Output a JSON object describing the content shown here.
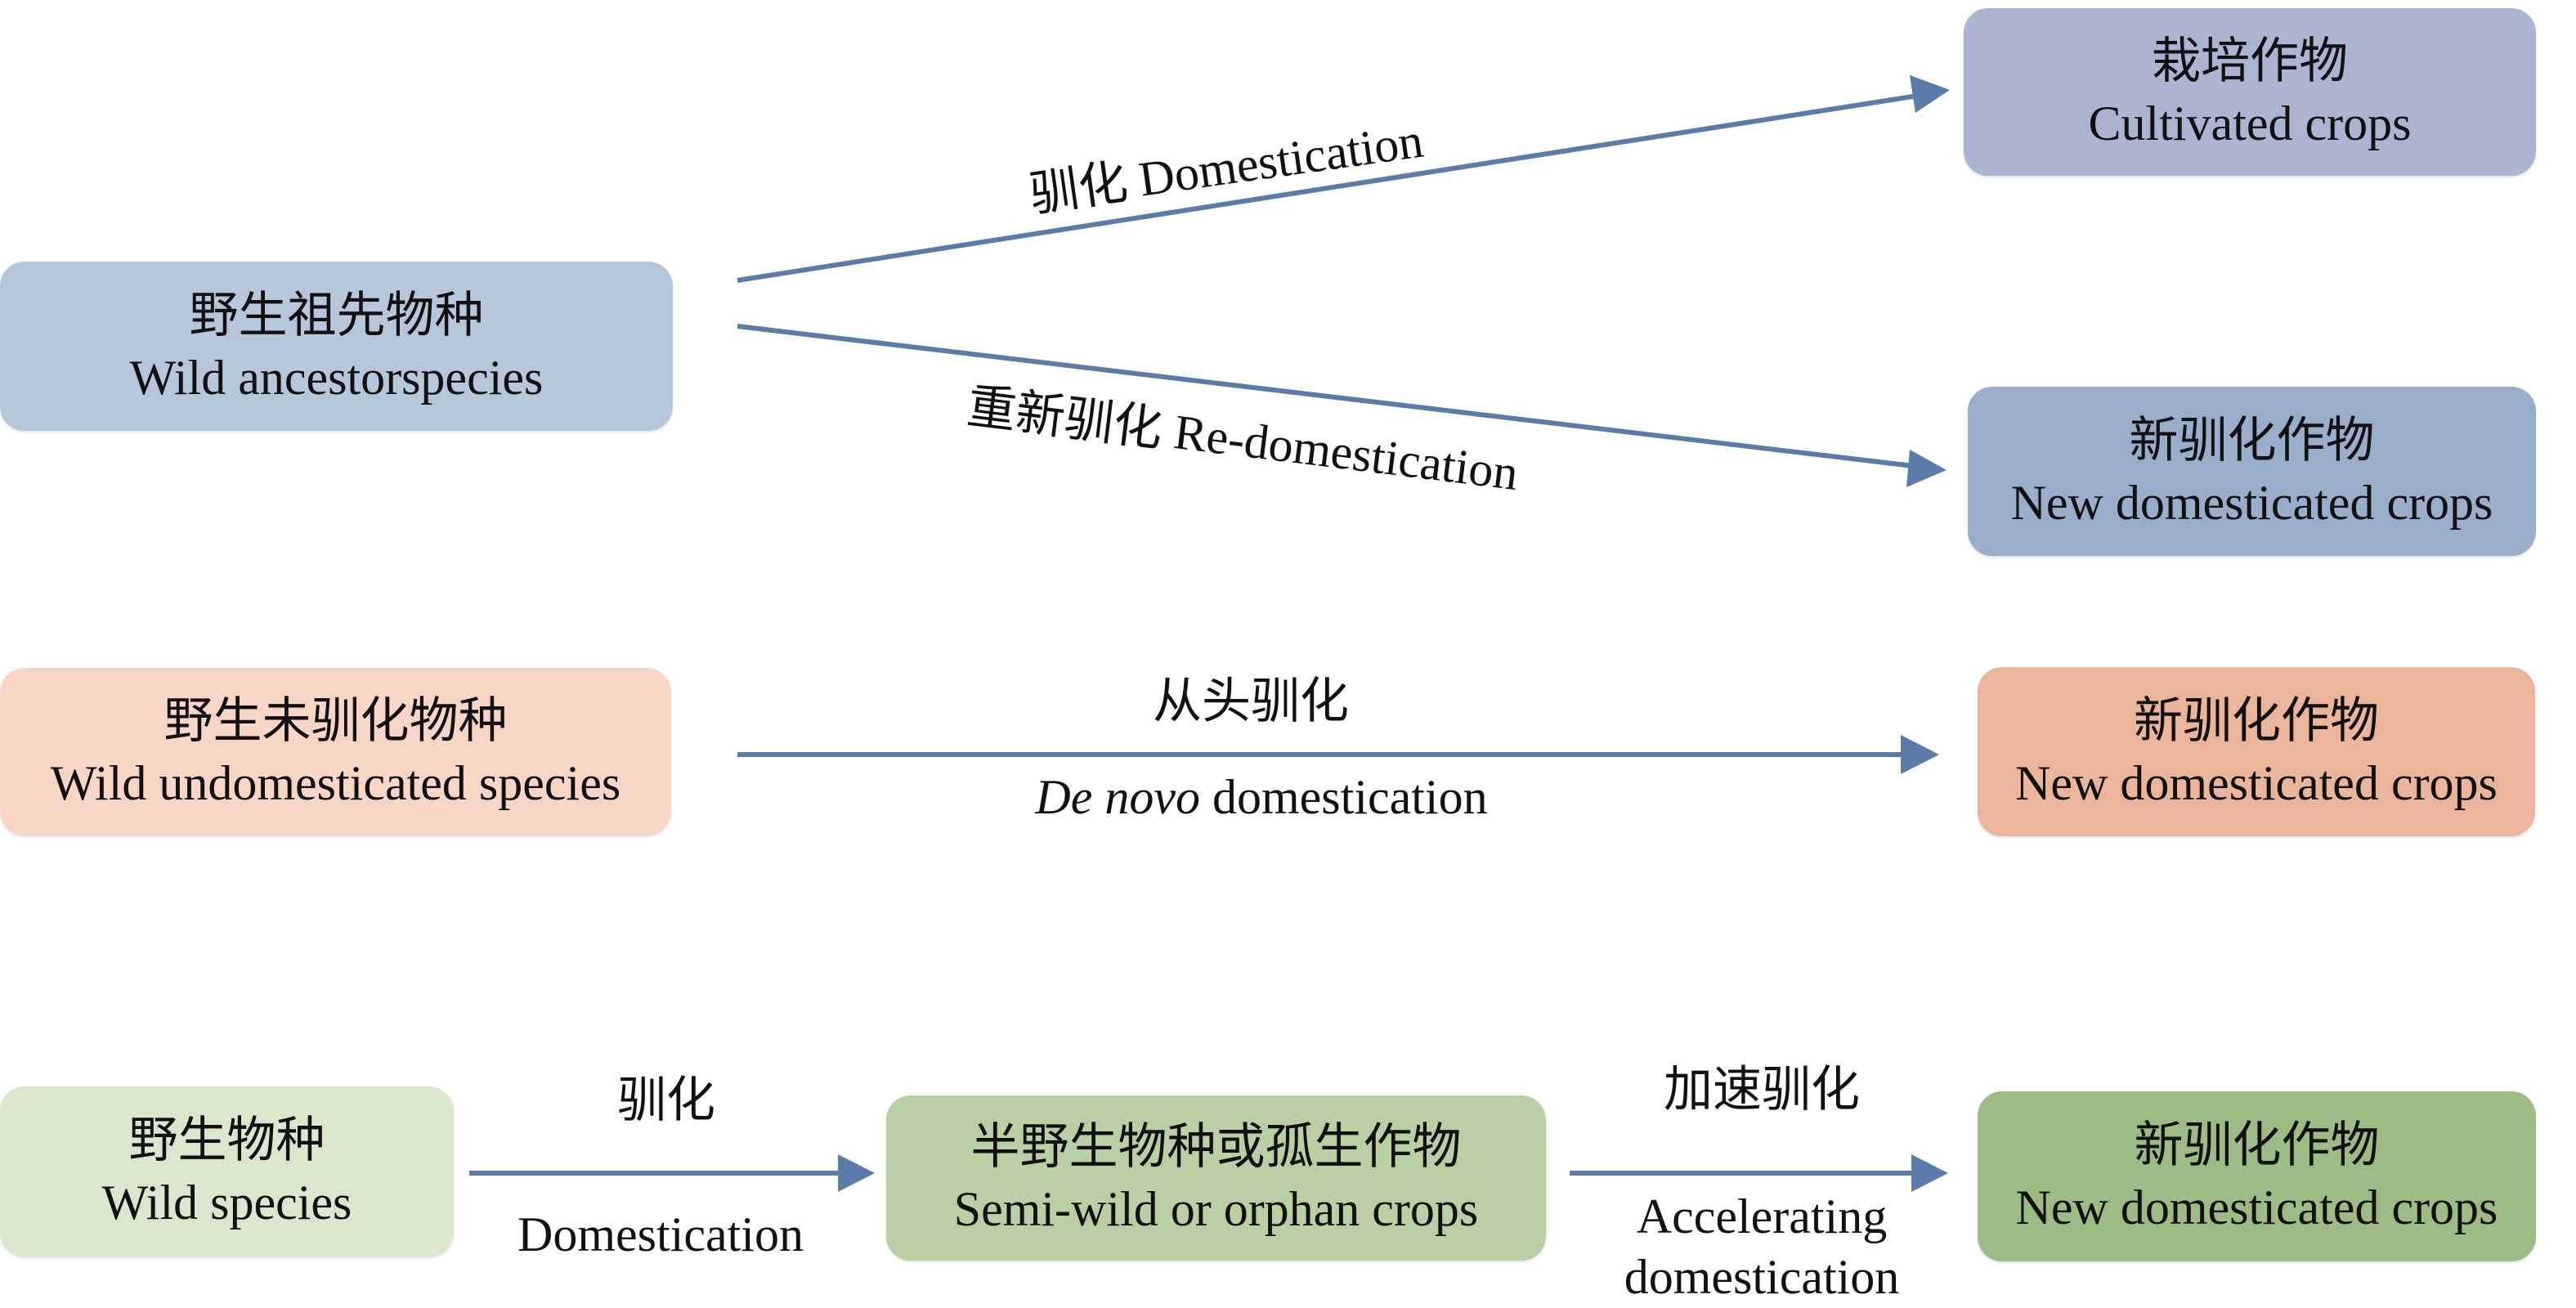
{
  "colors": {
    "arrow": "#5b7ba8",
    "wild_ancestor": "#b6c7da",
    "cultivated": "#abb5d1",
    "new_blue": "#98aecb",
    "wild_undomesticated": "#f8d6c6",
    "new_orange": "#ebb59b",
    "wild_species": "#dbe7cc",
    "semi_wild": "#b9d0a5",
    "new_green": "#9dbb85"
  },
  "pathways": [
    {
      "name": "Domestication",
      "source": {
        "cn": "野生祖先物种",
        "en": "Wild ancestorspecies"
      },
      "target": {
        "cn": "栽培作物",
        "en": "Cultivated crops"
      },
      "label": "驯化 Domestication"
    },
    {
      "name": "Re-domestication",
      "source": {
        "cn": "野生祖先物种",
        "en": "Wild ancestorspecies"
      },
      "target": {
        "cn": "新驯化作物",
        "en": "New domesticated crops"
      },
      "label": "重新驯化 Re-domestication"
    },
    {
      "name": "De novo domestication",
      "source": {
        "cn": "野生未驯化物种",
        "en": "Wild undomesticated species"
      },
      "target": {
        "cn": "新驯化作物",
        "en": "New domesticated crops"
      },
      "label_cn": "从头驯化",
      "label_en_italic": "De novo",
      "label_en_rest": " domestication"
    },
    {
      "name": "Accelerating domestication",
      "steps": [
        {
          "cn": "野生物种",
          "en": "Wild species"
        },
        {
          "cn": "半野生物种或孤生作物",
          "en": "Semi-wild or orphan crops"
        },
        {
          "cn": "新驯化作物",
          "en": "New domesticated crops"
        }
      ],
      "edge1_cn": "驯化",
      "edge1_en": "Domestication",
      "edge2_cn": "加速驯化",
      "edge2_en_line1": "Accelerating",
      "edge2_en_line2": "domestication"
    }
  ]
}
